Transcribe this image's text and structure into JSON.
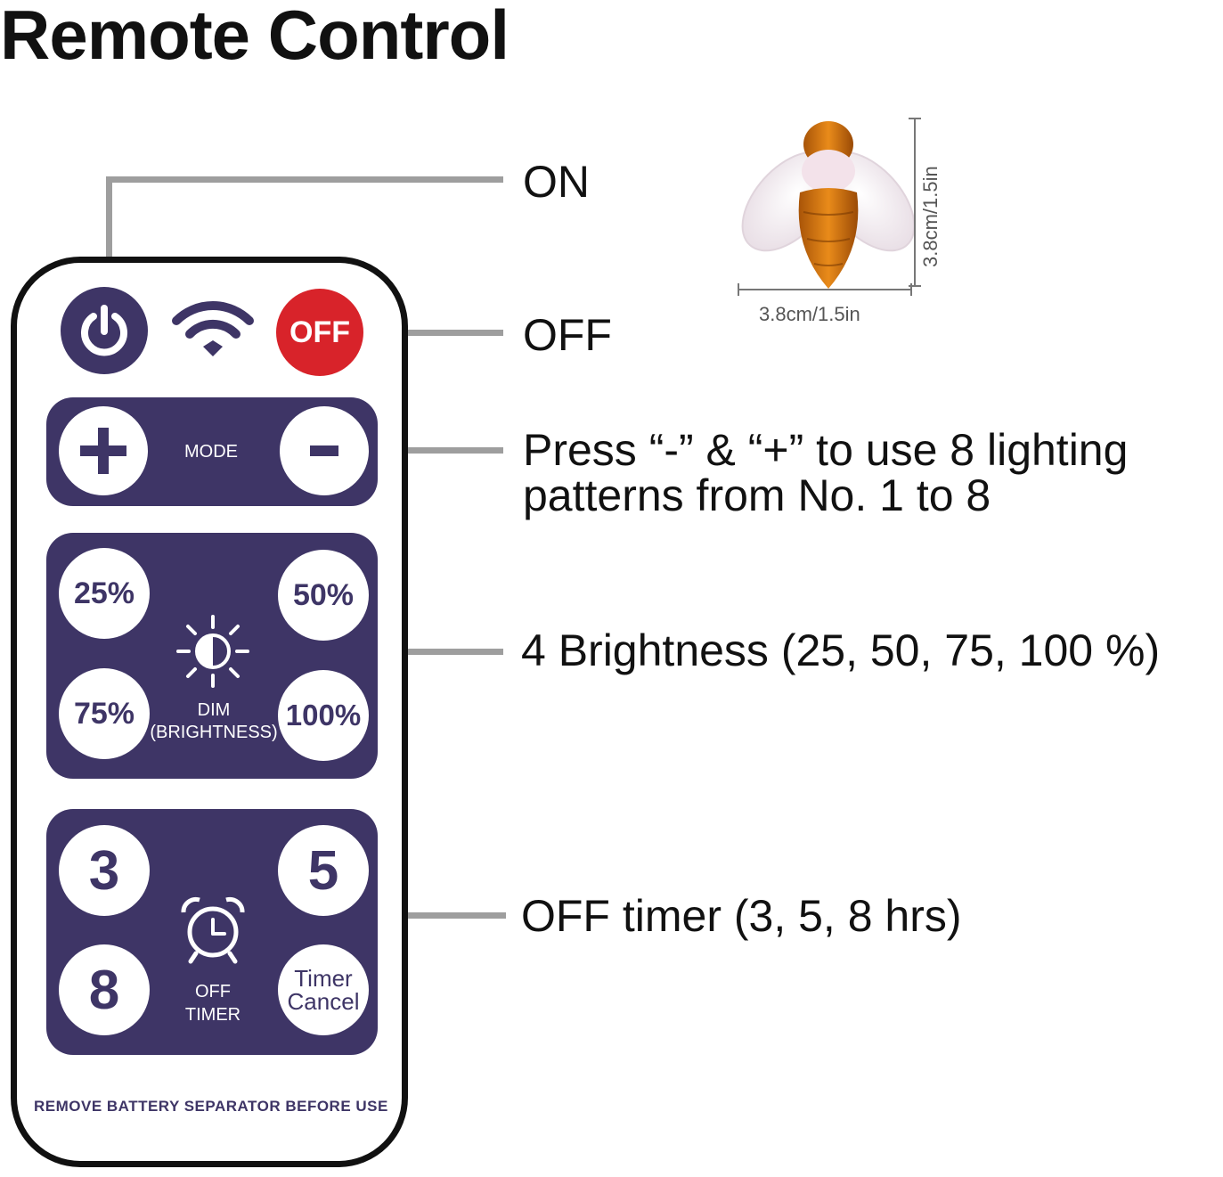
{
  "title": "Remote Control",
  "remote": {
    "power_button": {
      "icon": "power-icon"
    },
    "signal": {
      "icon": "wifi-icon"
    },
    "off_button": {
      "label": "OFF"
    },
    "mode_panel": {
      "plus_label": "+",
      "mode_label": "MODE",
      "minus_label": "-"
    },
    "dim_panel": {
      "buttons": [
        "25%",
        "50%",
        "75%",
        "100%"
      ],
      "label_line1": "DIM",
      "label_line2": "(BRIGHTNESS)",
      "icon": "brightness-icon"
    },
    "timer_panel": {
      "buttons": [
        "3",
        "5",
        "8"
      ],
      "cancel_line1": "Timer",
      "cancel_line2": "Cancel",
      "label_line1": "OFF",
      "label_line2": "TIMER",
      "icon": "alarm-clock-icon"
    },
    "footer": "REMOVE BATTERY SEPARATOR BEFORE USE"
  },
  "callouts": {
    "on": "ON",
    "off": "OFF",
    "mode_line1": "Press “-” & “+” to use 8 lighting",
    "mode_line2": "patterns from No. 1 to 8",
    "brightness": "4 Brightness (25, 50, 75, 100 %)",
    "timer": "OFF timer (3, 5, 8 hrs)"
  },
  "product": {
    "width_label": "3.8cm/1.5in",
    "height_label": "3.8cm/1.5in"
  },
  "colors": {
    "panel": "#3e3566",
    "off_red": "#d8232a",
    "connector": "#9e9e9e",
    "bee_amber": "#d9780f"
  }
}
